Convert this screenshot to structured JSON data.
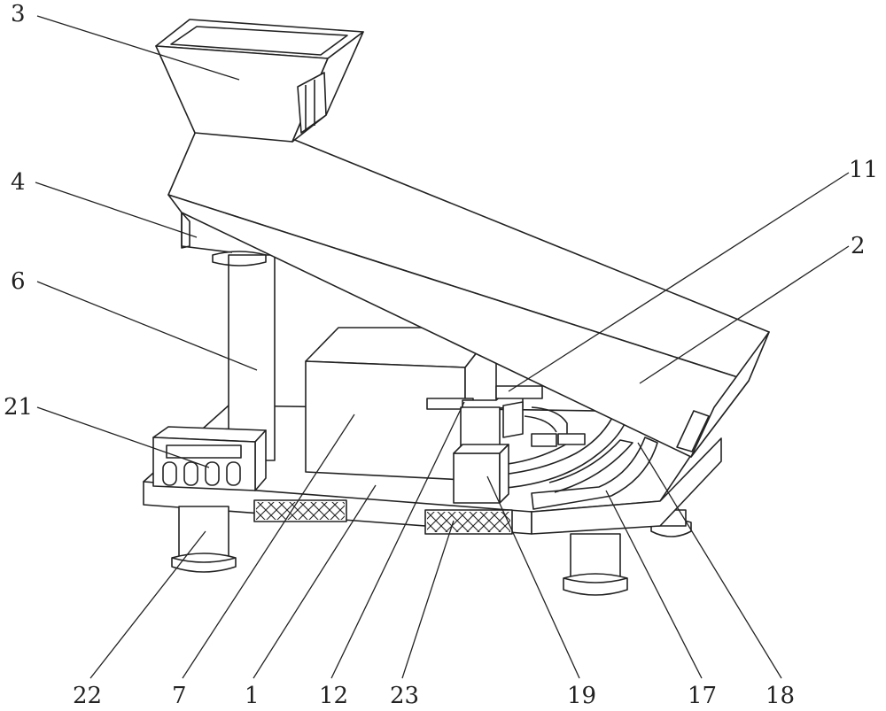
{
  "figure": {
    "labels": {
      "l3": "3",
      "l4": "4",
      "l6": "6",
      "l21": "21",
      "l11": "11",
      "l2": "2",
      "l22": "22",
      "l7": "7",
      "l1": "1",
      "l12": "12",
      "l23": "23",
      "l19": "19",
      "l17": "17",
      "l18": "18"
    },
    "colors": {
      "line": "#222222",
      "background": "#ffffff"
    }
  }
}
